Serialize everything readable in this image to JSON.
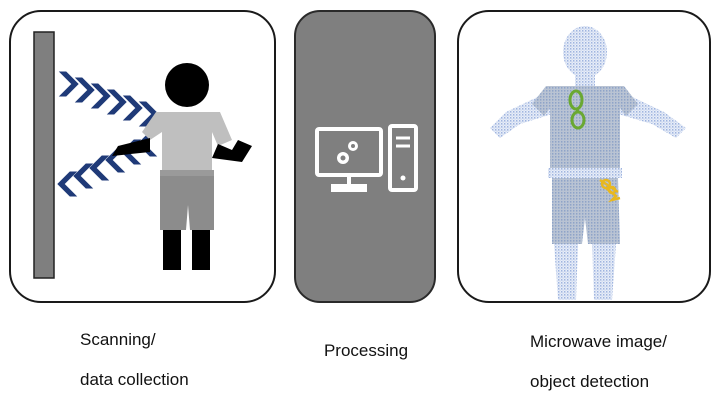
{
  "panels": [
    {
      "id": "scanning",
      "caption_line1": "Scanning/",
      "caption_line2": "data collection"
    },
    {
      "id": "processing",
      "caption_line1": "Processing"
    },
    {
      "id": "microwave",
      "caption_line1": "Microwave image/",
      "caption_line2": "object detection"
    }
  ],
  "icons": [
    "person-icon",
    "scanner-panel-icon",
    "microwave-beam-icon",
    "computer-monitor-icon",
    "gears-icon",
    "pc-tower-icon",
    "body-scan-image-icon",
    "glasses-object-icon",
    "keys-object-icon"
  ],
  "colors": {
    "panel_border": "#1a1a1a",
    "scanner_gray": "#7f7f7f",
    "processing_bg": "#7f7f7f",
    "person_black": "#000000",
    "shirt_gray": "#bfbfbf",
    "pants_gray": "#8c8c8c",
    "beam_navy": "#1f3a78",
    "scan_blue": "#b8c7e6",
    "glasses_green": "#6aa832",
    "keys_yellow": "#e8b820"
  }
}
